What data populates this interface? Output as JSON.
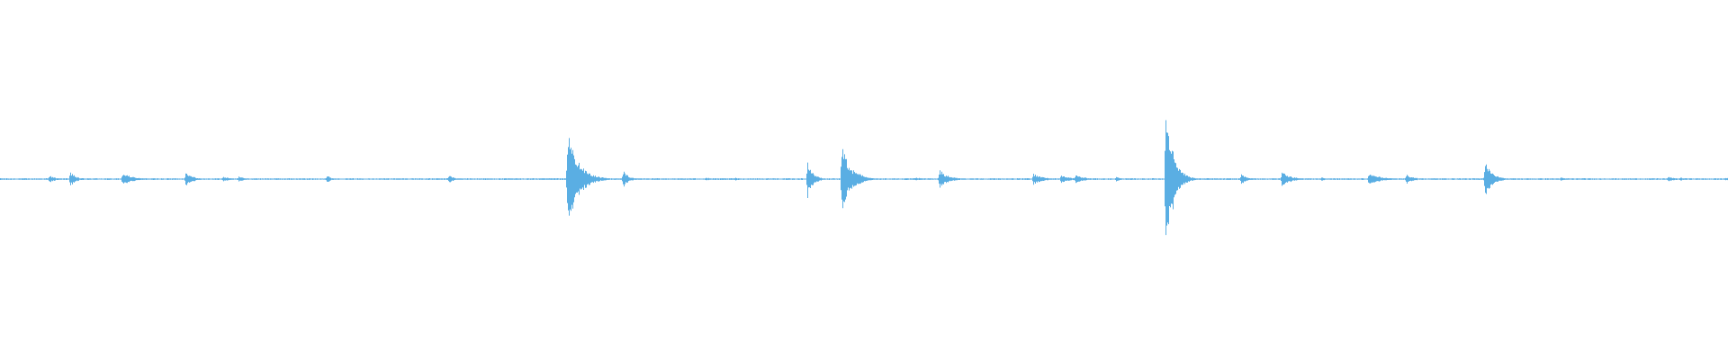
{
  "colors": {
    "background": "#ffffff",
    "waveform": "#5aaee3"
  },
  "waveform": {
    "baseline_amplitude": 0.01,
    "duration": 1.0,
    "events": [
      {
        "t": 0.0286,
        "amp": 0.04,
        "decay": 0.004
      },
      {
        "t": 0.0406,
        "amp": 0.09,
        "decay": 0.003
      },
      {
        "t": 0.0707,
        "amp": 0.07,
        "decay": 0.006
      },
      {
        "t": 0.0759,
        "amp": 0.03,
        "decay": 0.004
      },
      {
        "t": 0.1074,
        "amp": 0.08,
        "decay": 0.004
      },
      {
        "t": 0.129,
        "amp": 0.03,
        "decay": 0.004
      },
      {
        "t": 0.138,
        "amp": 0.03,
        "decay": 0.004
      },
      {
        "t": 0.1893,
        "amp": 0.05,
        "decay": 0.002
      },
      {
        "t": 0.26,
        "amp": 0.06,
        "decay": 0.002
      },
      {
        "t": 0.3284,
        "amp": 0.58,
        "decay": 0.006
      },
      {
        "t": 0.3421,
        "amp": 0.03,
        "decay": 0.004
      },
      {
        "t": 0.3605,
        "amp": 0.1,
        "decay": 0.003
      },
      {
        "t": 0.4084,
        "amp": 0.02,
        "decay": 0.003
      },
      {
        "t": 0.4252,
        "amp": 0.02,
        "decay": 0.003
      },
      {
        "t": 0.4672,
        "amp": 0.22,
        "decay": 0.003
      },
      {
        "t": 0.487,
        "amp": 0.38,
        "decay": 0.005
      },
      {
        "t": 0.4949,
        "amp": 0.12,
        "decay": 0.004
      },
      {
        "t": 0.5298,
        "amp": 0.02,
        "decay": 0.004
      },
      {
        "t": 0.5436,
        "amp": 0.11,
        "decay": 0.005
      },
      {
        "t": 0.5979,
        "amp": 0.07,
        "decay": 0.005
      },
      {
        "t": 0.614,
        "amp": 0.05,
        "decay": 0.005
      },
      {
        "t": 0.6225,
        "amp": 0.05,
        "decay": 0.005
      },
      {
        "t": 0.646,
        "amp": 0.04,
        "decay": 0.002
      },
      {
        "t": 0.6745,
        "amp": 1.0,
        "decay": 0.004
      },
      {
        "t": 0.7182,
        "amp": 0.07,
        "decay": 0.003
      },
      {
        "t": 0.7418,
        "amp": 0.09,
        "decay": 0.005
      },
      {
        "t": 0.7647,
        "amp": 0.02,
        "decay": 0.003
      },
      {
        "t": 0.7922,
        "amp": 0.08,
        "decay": 0.006
      },
      {
        "t": 0.8138,
        "amp": 0.06,
        "decay": 0.004
      },
      {
        "t": 0.8593,
        "amp": 0.22,
        "decay": 0.004
      },
      {
        "t": 0.9032,
        "amp": 0.02,
        "decay": 0.003
      },
      {
        "t": 0.9655,
        "amp": 0.03,
        "decay": 0.004
      },
      {
        "t": 0.972,
        "amp": 0.02,
        "decay": 0.004
      },
      {
        "t": 0.9985,
        "amp": 0.02,
        "decay": 0.002
      }
    ]
  }
}
